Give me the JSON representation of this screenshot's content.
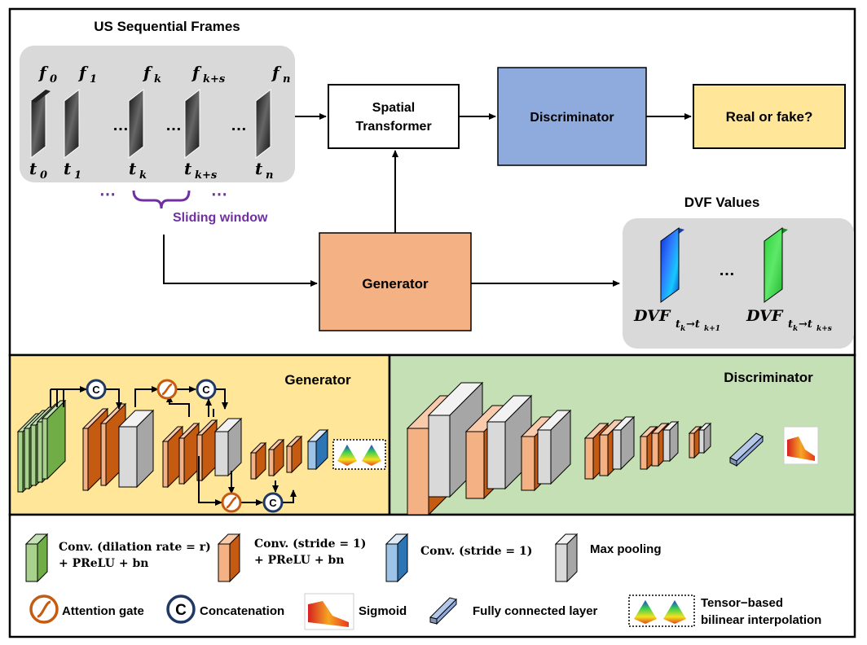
{
  "top": {
    "frames_title": "US Sequential Frames",
    "frame_labels": [
      "f",
      "f",
      "f",
      "f",
      "f"
    ],
    "frame_subs": [
      "0",
      "1",
      "k",
      "k+s",
      "n"
    ],
    "time_labels": [
      "t",
      "t",
      "t",
      "t",
      "t"
    ],
    "time_subs": [
      "0",
      "1",
      "k",
      "k+s",
      "n"
    ],
    "ellipsis": "…",
    "dots": "⋯",
    "sliding_window": "Sliding window",
    "spatial_transformer_line1": "Spatial",
    "spatial_transformer_line2": "Transformer",
    "discriminator": "Discriminator",
    "real_or_fake": "Real or fake?",
    "generator": "Generator",
    "dvf_title": "DVF Values",
    "dvf_label_1": "DVF",
    "dvf_sub_1": "t",
    "dvf_subsub_1a": "k",
    "dvf_arrow_1": "→t",
    "dvf_subsub_1b": "k+1",
    "dvf_label_2": "DVF",
    "dvf_sub_2": "t",
    "dvf_subsub_2a": "k",
    "dvf_arrow_2": "→t",
    "dvf_subsub_2b": "k+s"
  },
  "middle": {
    "generator_title": "Generator",
    "discriminator_title": "Discriminator",
    "concat_letter": "C"
  },
  "legend": {
    "conv_dilation_l1": "Conv. (dilation rate = r)",
    "conv_dilation_l2": "+ PReLU + bn",
    "conv_stride_l1": "Conv. (stride = 1)",
    "conv_stride_l2": "+ PReLU + bn",
    "conv_stride_plain": "Conv. (stride = 1)",
    "max_pooling": "Max pooling",
    "attention_gate": "Attention gate",
    "concatenation": "Concatenation",
    "concat_letter": "C",
    "sigmoid": "Sigmoid",
    "fully_connected": "Fully connected layer",
    "tensor_l1": "Tensor−based",
    "tensor_l2": "bilinear interpolation"
  },
  "colors": {
    "green_layer": "#a9d18e",
    "orange_layer": "#f4b183",
    "blue_layer": "#9dc3e6",
    "gray_layer": "#d9d9d9",
    "discriminator_box": "#8faadc",
    "real_fake_box": "#ffe699",
    "generator_box": "#f4b183",
    "gen_panel": "#ffe699",
    "disc_panel": "#c5e0b4",
    "concat_ring": "#1f3864",
    "attention_ring": "#c55a11",
    "purple": "#7030a0"
  }
}
